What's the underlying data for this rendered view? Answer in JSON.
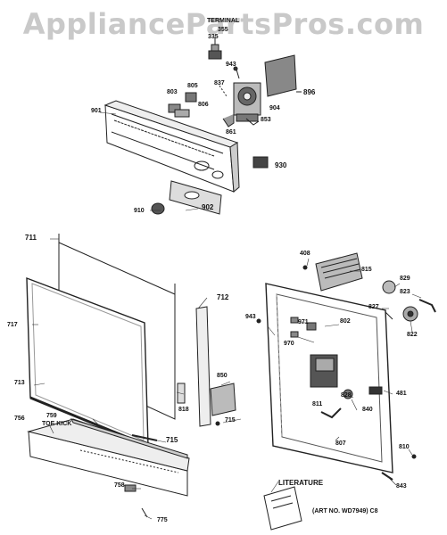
{
  "watermark": "AppliancePartsPros.com",
  "header_label": "TERMINAL",
  "parts": {
    "p335": "335",
    "p355": "355",
    "p943a": "943",
    "p896": "896",
    "p837": "837",
    "p803": "803",
    "p805": "805",
    "p806": "806",
    "p904": "904",
    "p853": "853",
    "p861": "861",
    "p901": "901",
    "p930": "930",
    "p910": "910",
    "p902": "902",
    "p711": "711",
    "p717": "717",
    "p713": "713",
    "p712": "712",
    "p850": "850",
    "p818": "818",
    "p715a": "715",
    "p715b": "715",
    "p756": "756",
    "p759": "759",
    "p758": "758",
    "p775": "775",
    "p408": "408",
    "p815": "815",
    "p829": "829",
    "p823": "823",
    "p827": "827",
    "p822": "822",
    "p943b": "943",
    "p971": "971",
    "p802": "802",
    "p970": "970",
    "p811": "811",
    "p828": "828",
    "p840": "840",
    "p481": "481",
    "p807": "807",
    "p810": "810",
    "p843": "843"
  },
  "toe_kick": "TOE KICK",
  "literature": "LITERATURE",
  "art_no": "(ART NO. WD7949)  C8"
}
